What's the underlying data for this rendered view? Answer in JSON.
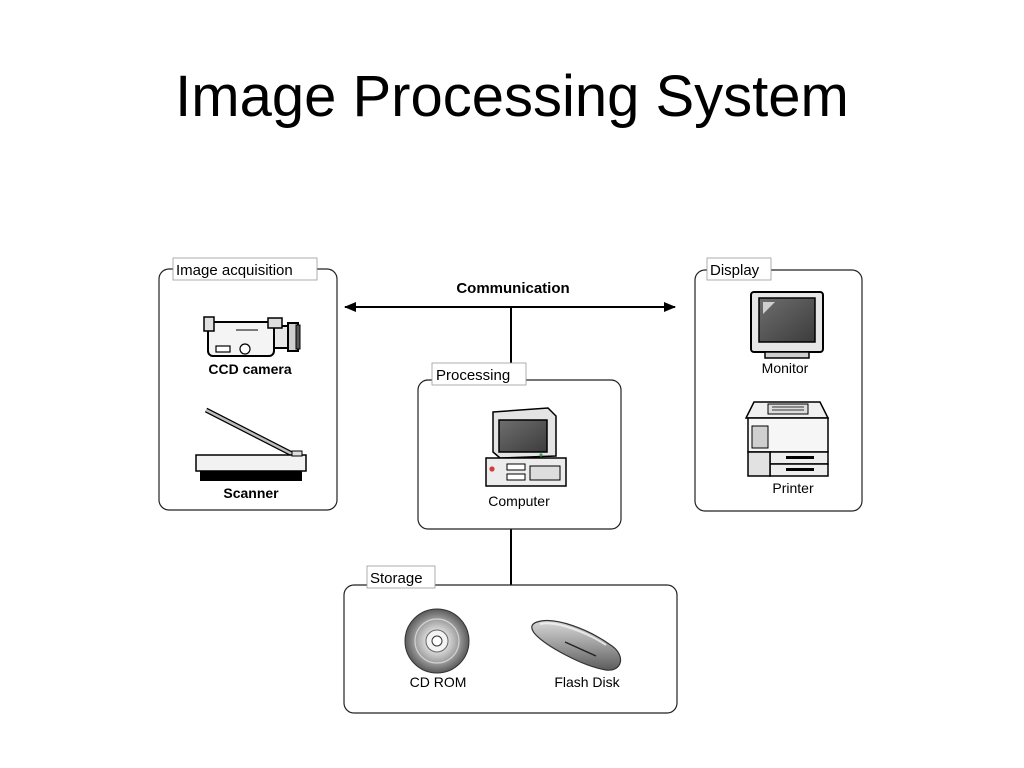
{
  "title": "Image Processing System",
  "diagram": {
    "communication_label": "Communication",
    "groups": {
      "acquisition": {
        "label": "Image acquisition",
        "items": [
          "CCD camera",
          "Scanner"
        ]
      },
      "display": {
        "label": "Display",
        "items": [
          "Monitor",
          "Printer"
        ]
      },
      "processing": {
        "label": "Processing",
        "items": [
          "Computer"
        ]
      },
      "storage": {
        "label": "Storage",
        "items": [
          "CD ROM",
          "Flash Disk"
        ]
      }
    }
  },
  "icons": {
    "ccd_camera": "camcorder-icon",
    "scanner": "flatbed-scanner-icon",
    "monitor": "crt-monitor-icon",
    "printer": "laser-printer-icon",
    "computer": "desktop-computer-icon",
    "cd_rom": "optical-disc-icon",
    "flash_disk": "usb-flash-drive-icon"
  }
}
